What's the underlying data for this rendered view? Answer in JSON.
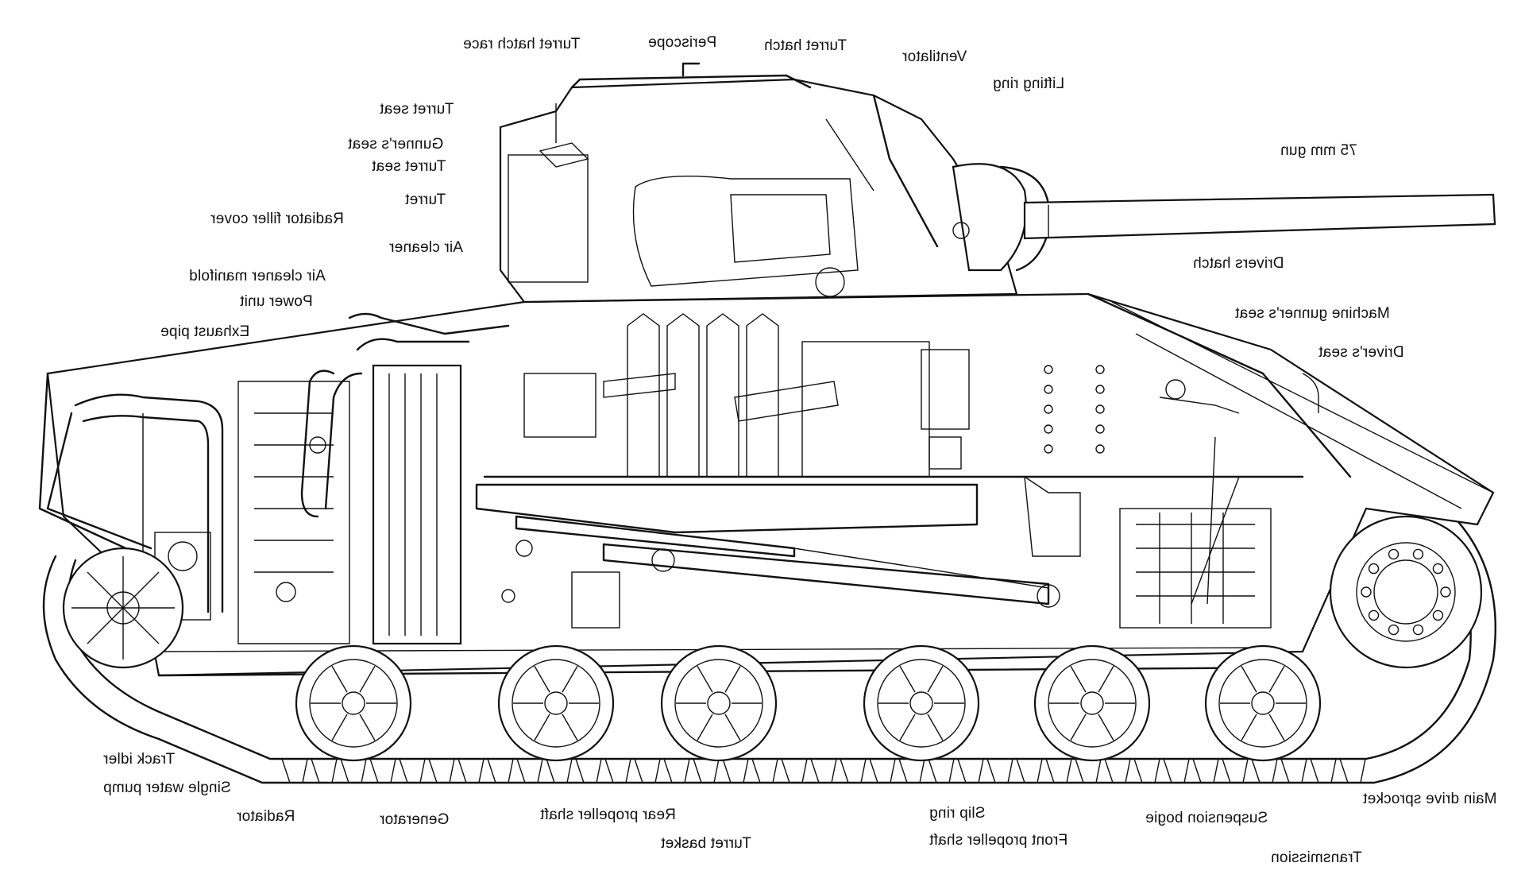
{
  "labels": {
    "turret_hatch_race": "Turret hatch race",
    "periscope": "Periscope",
    "turret_hatch": "Turret hatch",
    "ventilator": "Ventilator",
    "lifting_ring": "Lifting ring",
    "turret_seat_top": "Turret seat",
    "gunners_seat": "Gunner's seat",
    "turret_seat": "Turret seat",
    "turret": "Turret",
    "radiator_filler_cover": "Radiator filler cover",
    "air_cleaner": "Air cleaner",
    "air_cleaner_manifold": "Air cleaner manifold",
    "power_unit": "Power unit",
    "exhaust_pipe": "Exhaust pipe",
    "gun_75mm": "75 mm gun",
    "drivers_hatch": "Drivers hatch",
    "machine_gunners_seat": "Machine gunner's seat",
    "drivers_seat": "Driver's seat",
    "track_idler": "Track idler",
    "single_water_pump": "Single water pump",
    "radiator": "Radiator",
    "generator": "Generator",
    "rear_propeller_shaft": "Rear propeller shaft",
    "turret_basket": "Turret basket",
    "slip_ring": "Slip ring",
    "front_propeller_shaft": "Front propeller shaft",
    "suspension_bogie": "Suspension bogie",
    "transmission": "Transmission",
    "main_drive_sprocket": "Main drive sprocket"
  }
}
